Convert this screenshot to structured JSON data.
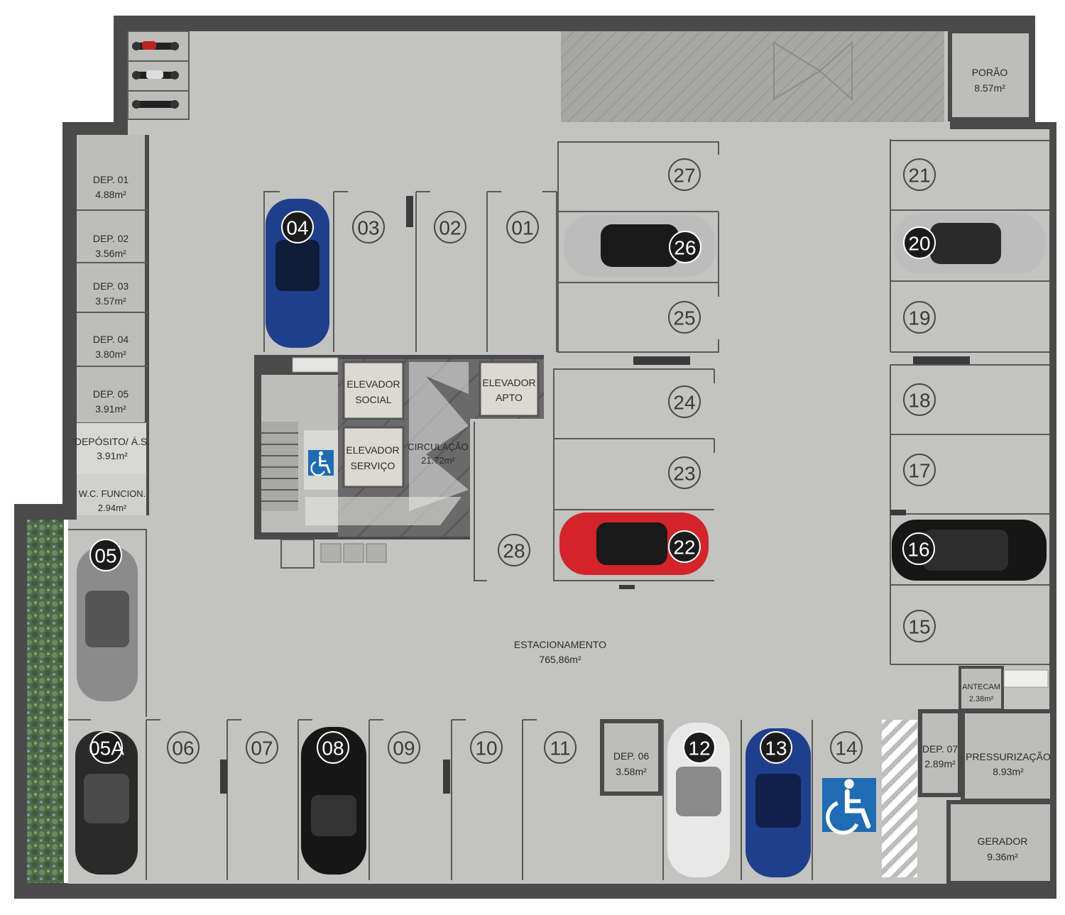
{
  "rooms": [
    {
      "id": "porao",
      "name": "PORÃO",
      "area": "8.57m²"
    },
    {
      "id": "dep01",
      "name": "DEP. 01",
      "area": "4.88m²"
    },
    {
      "id": "dep02",
      "name": "DEP. 02",
      "area": "3.56m²"
    },
    {
      "id": "dep03",
      "name": "DEP. 03",
      "area": "3.57m²"
    },
    {
      "id": "dep04",
      "name": "DEP. 04",
      "area": "3.80m²"
    },
    {
      "id": "dep05",
      "name": "DEP. 05",
      "area": "3.91m²"
    },
    {
      "id": "deposito",
      "name": "DEPÓSITO/ Á.S.",
      "area": "3.91m²"
    },
    {
      "id": "wc",
      "name": "W.C. FUNCION.",
      "area": "2.94m²"
    },
    {
      "id": "circulacao",
      "name": "CIRCULAÇÃO",
      "area": "21.72m²"
    },
    {
      "id": "estacionamento",
      "name": "ESTACIONAMENTO",
      "area": "765,86m²"
    },
    {
      "id": "dep06",
      "name": "DEP. 06",
      "area": "3.58m²"
    },
    {
      "id": "dep07",
      "name": "DEP. 07",
      "area": "2.89m²"
    },
    {
      "id": "antecam",
      "name": "ANTECAM",
      "area": "2.38m²"
    },
    {
      "id": "pressurizacao",
      "name": "PRESSURIZAÇÃO",
      "area": "8.93m²"
    },
    {
      "id": "gerador",
      "name": "GERADOR",
      "area": "9.36m²"
    }
  ],
  "elevators": [
    {
      "id": "social",
      "line1": "ELEVADOR",
      "line2": "SOCIAL"
    },
    {
      "id": "apto",
      "line1": "ELEVADOR",
      "line2": "APTO"
    },
    {
      "id": "servico",
      "line1": "ELEVADOR",
      "line2": "SERVIÇO"
    }
  ],
  "spots": [
    {
      "num": "01"
    },
    {
      "num": "02"
    },
    {
      "num": "03"
    },
    {
      "num": "04"
    },
    {
      "num": "05"
    },
    {
      "num": "05A"
    },
    {
      "num": "06"
    },
    {
      "num": "07"
    },
    {
      "num": "08"
    },
    {
      "num": "09"
    },
    {
      "num": "10"
    },
    {
      "num": "11"
    },
    {
      "num": "12"
    },
    {
      "num": "13"
    },
    {
      "num": "14"
    },
    {
      "num": "15"
    },
    {
      "num": "16"
    },
    {
      "num": "17"
    },
    {
      "num": "18"
    },
    {
      "num": "19"
    },
    {
      "num": "20"
    },
    {
      "num": "21"
    },
    {
      "num": "22"
    },
    {
      "num": "23"
    },
    {
      "num": "24"
    },
    {
      "num": "25"
    },
    {
      "num": "26"
    },
    {
      "num": "27"
    },
    {
      "num": "28"
    }
  ],
  "colors": {
    "floor": "#c3c3c1",
    "wall": "#4a4a4a",
    "ramp": "#a9a9a6",
    "accessible": "#1f6cb4",
    "car_blue": "#1f3f8c",
    "car_red": "#d2242a",
    "car_black": "#161616",
    "car_silver": "#b9b9b9",
    "car_white": "#e8e8e8",
    "car_grey": "#8b8b8b",
    "garden": "#4a6a48"
  },
  "icons": [
    "wheelchair-icon",
    "car-icon",
    "motorcycle-icon"
  ]
}
